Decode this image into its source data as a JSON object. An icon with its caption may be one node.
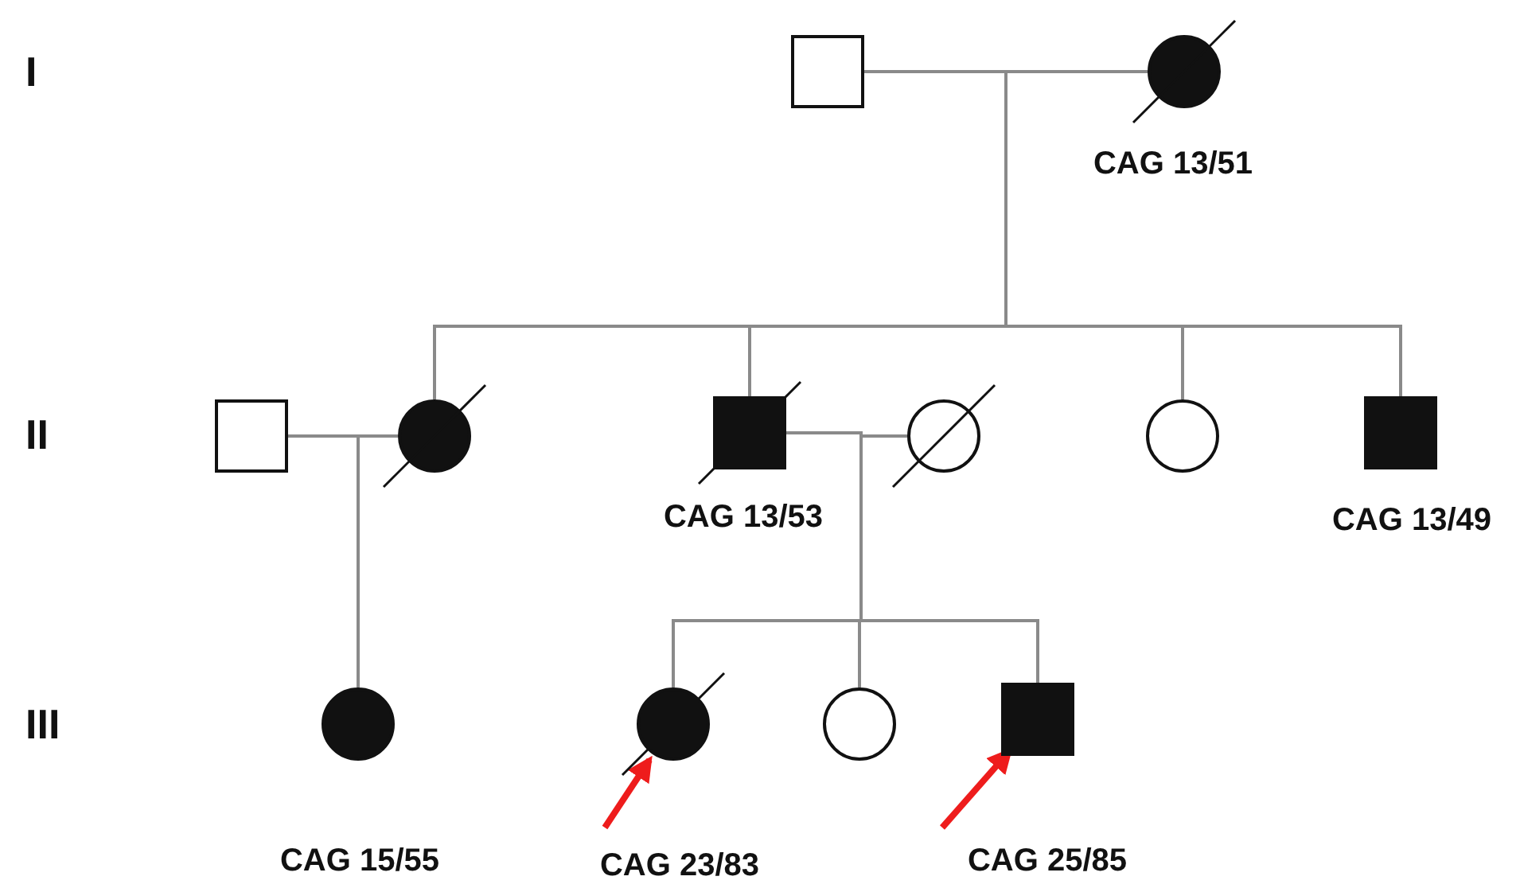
{
  "diagram": {
    "nodes": [
      {
        "text": [],
        "shape": "box"
      },
      {
        "text": [],
        "shape": "circle",
        "beside": [
          "CAG 13/51"
        ]
      },
      {
        "text": [],
        "shape": "box"
      },
      {
        "text": [],
        "shape": "circle"
      },
      {
        "text": [],
        "shape": "box",
        "beside": [
          "CAG 13/53"
        ]
      },
      {
        "text": [],
        "shape": "circle"
      },
      {
        "text": [],
        "shape": "circle"
      },
      {
        "text": [],
        "shape": "box",
        "beside": [
          "CAG 13/49"
        ]
      },
      {
        "text": [],
        "shape": "circle",
        "beside": [
          "CAG 15/55"
        ]
      },
      {
        "text": [],
        "shape": "circle",
        "beside": [
          "CAG 23/83"
        ]
      },
      {
        "text": [],
        "shape": "circle"
      },
      {
        "text": [],
        "shape": "box",
        "beside": [
          "CAG 25/85"
        ]
      }
    ],
    "edges": [
      {
        "from": 0,
        "to": 3,
        "arrow": "none"
      },
      {
        "from": 1,
        "to": 3,
        "arrow": "none"
      },
      {
        "from": 0,
        "to": 4,
        "arrow": "none"
      },
      {
        "from": 1,
        "to": 4,
        "arrow": "none"
      },
      {
        "from": 0,
        "to": 6,
        "arrow": "none"
      },
      {
        "from": 1,
        "to": 6,
        "arrow": "none"
      },
      {
        "from": 0,
        "to": 7,
        "arrow": "none"
      },
      {
        "from": 1,
        "to": 7,
        "arrow": "none"
      },
      {
        "from": 2,
        "to": 8,
        "arrow": "none"
      },
      {
        "from": 3,
        "to": 8,
        "arrow": "none"
      },
      {
        "from": 4,
        "to": 9,
        "arrow": "none"
      },
      {
        "from": 5,
        "to": 9,
        "arrow": "none"
      },
      {
        "from": 4,
        "to": 10,
        "arrow": "none"
      },
      {
        "from": 5,
        "to": 10,
        "arrow": "none"
      },
      {
        "from": 4,
        "to": 11,
        "arrow": "none"
      },
      {
        "from": 5,
        "to": 11,
        "arrow": "none"
      },
      {
        "from": null,
        "to": 9,
        "arrow": "to",
        "style": "thick",
        "color": "#ee1c1c"
      },
      {
        "from": null,
        "to": 11,
        "arrow": "to",
        "style": "thick",
        "color": "#ee1c1c"
      }
    ],
    "labels": [
      "I",
      "II",
      "III"
    ]
  }
}
